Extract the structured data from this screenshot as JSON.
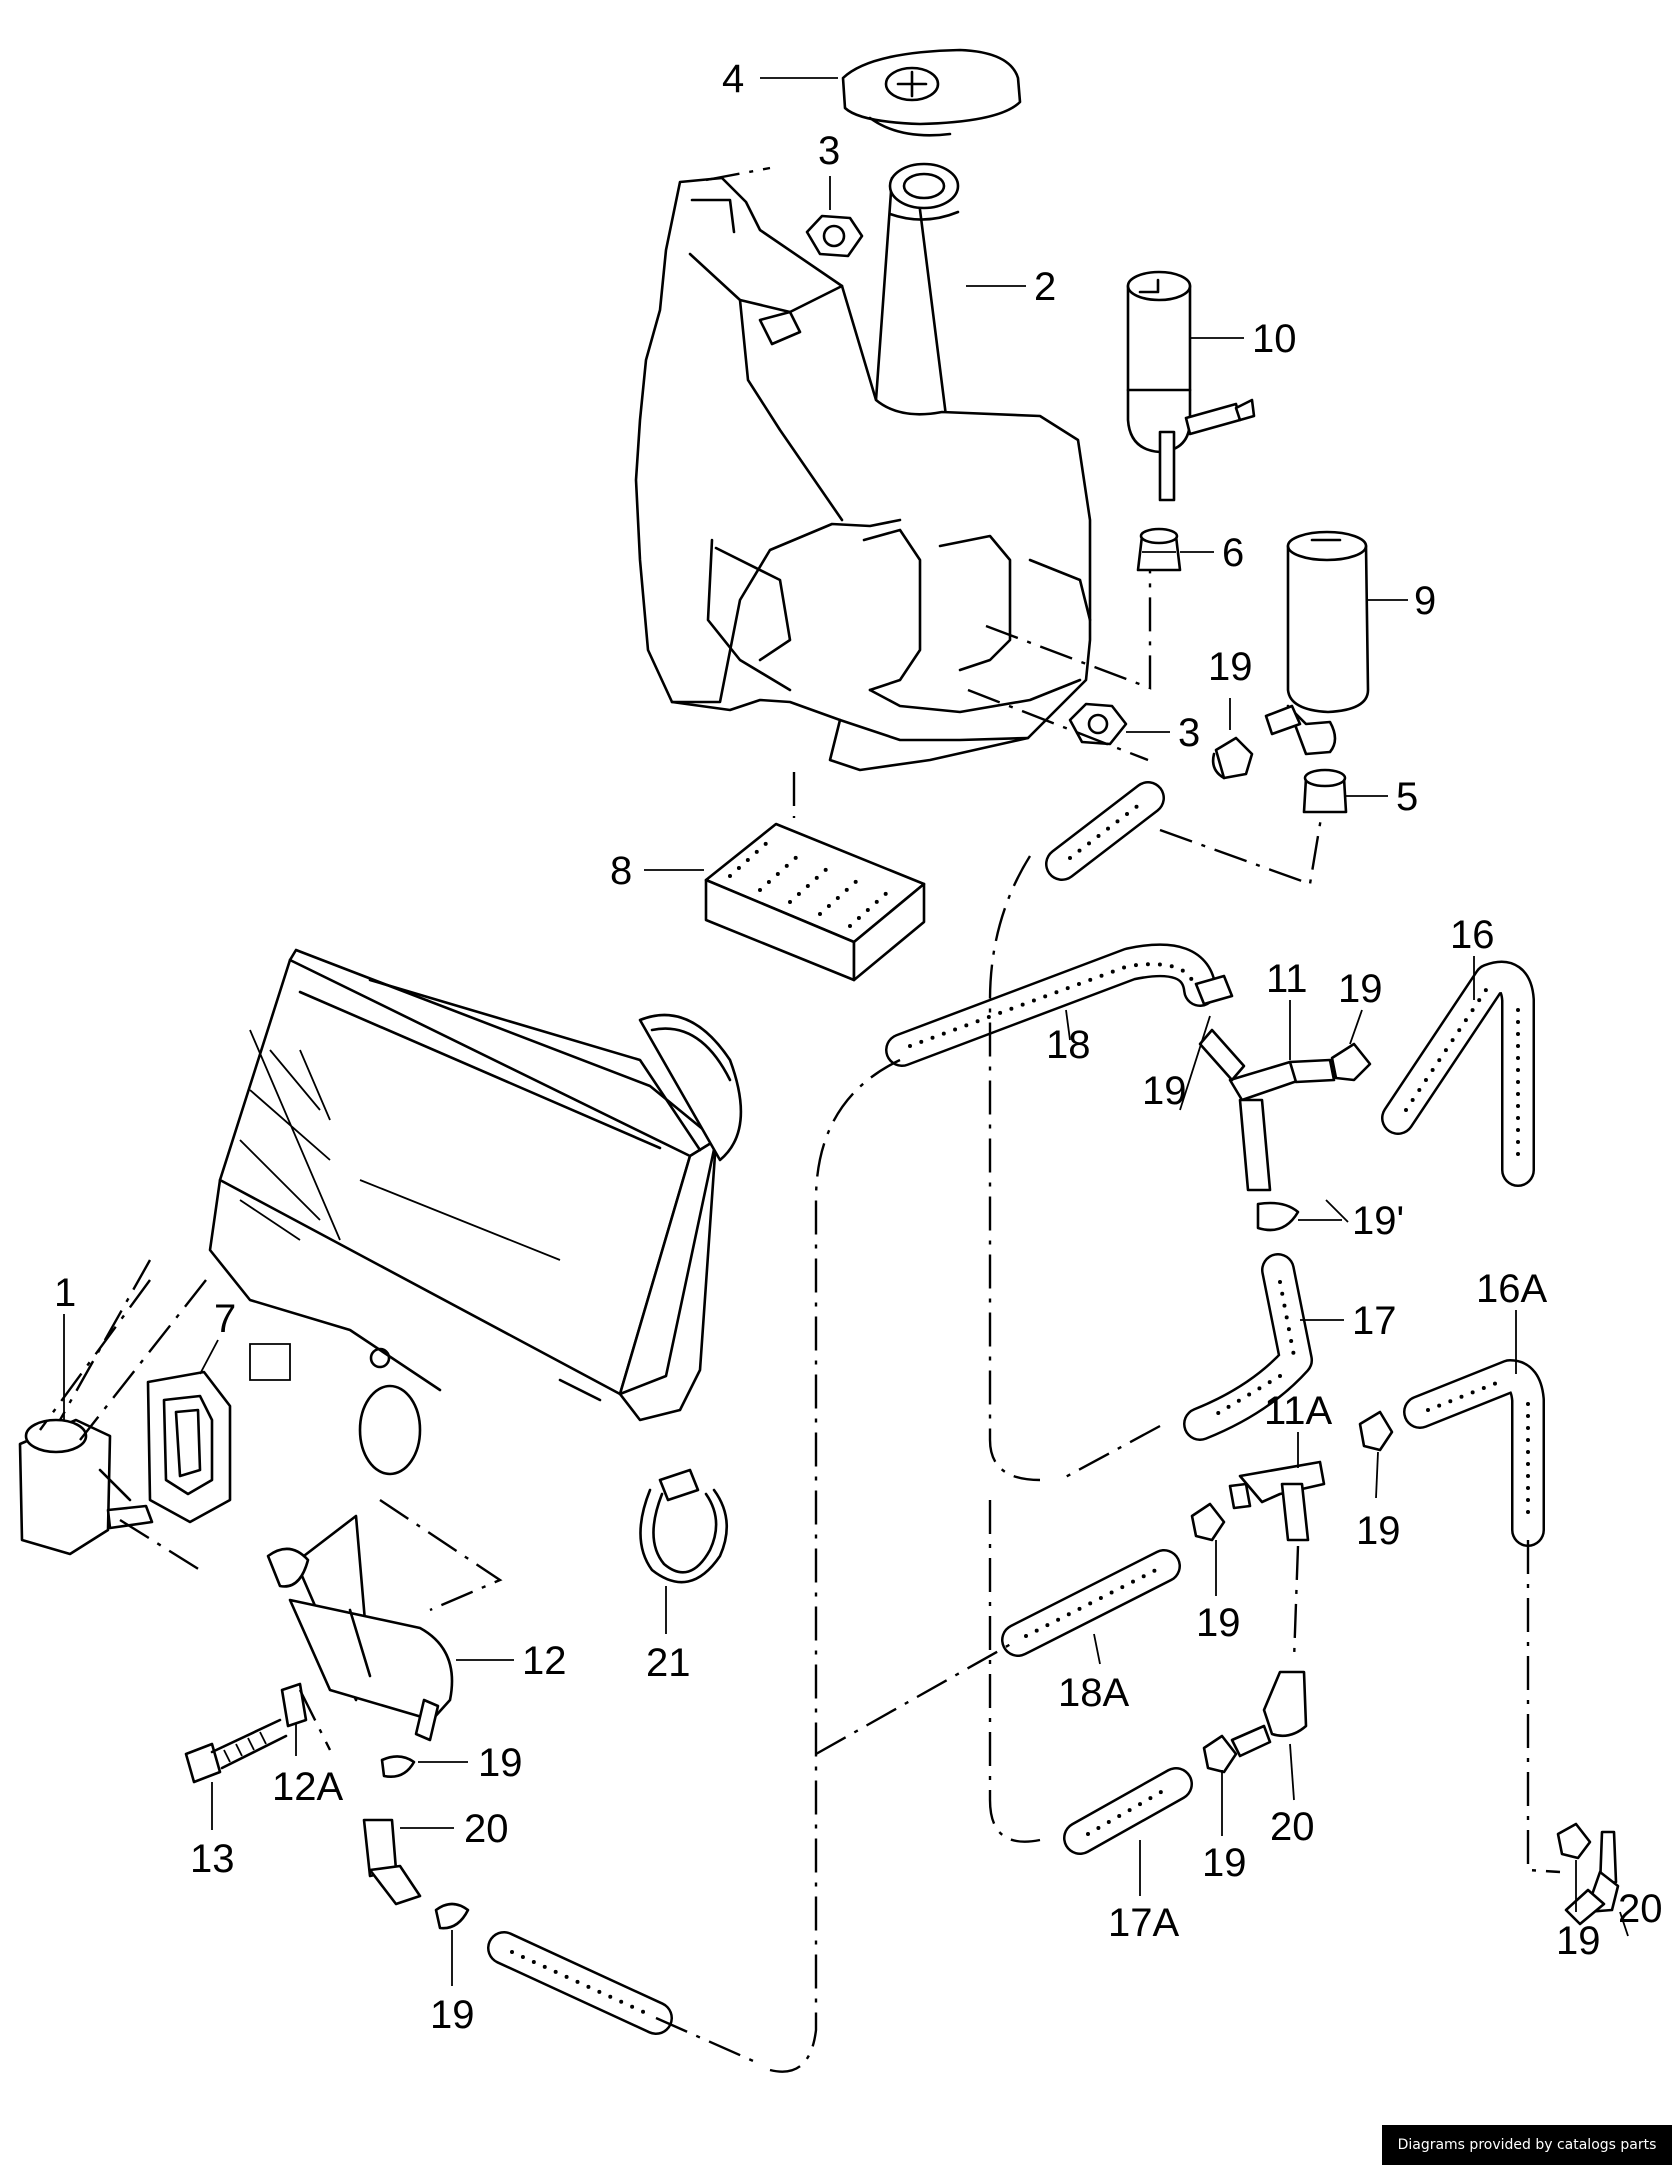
{
  "credit": "Diagrams provided by catalogs parts",
  "callouts": [
    {
      "id": "c4",
      "text": "4"
    },
    {
      "id": "c3a",
      "text": "3"
    },
    {
      "id": "c2",
      "text": "2"
    },
    {
      "id": "c10",
      "text": "10"
    },
    {
      "id": "c6",
      "text": "6"
    },
    {
      "id": "c9",
      "text": "9"
    },
    {
      "id": "c19a",
      "text": "19"
    },
    {
      "id": "c3b",
      "text": "3"
    },
    {
      "id": "c5",
      "text": "5"
    },
    {
      "id": "c8",
      "text": "8"
    },
    {
      "id": "c16",
      "text": "16"
    },
    {
      "id": "c11",
      "text": "11"
    },
    {
      "id": "c19b",
      "text": "19"
    },
    {
      "id": "c18",
      "text": "18"
    },
    {
      "id": "c19c",
      "text": "19"
    },
    {
      "id": "c19d",
      "text": "19'"
    },
    {
      "id": "c17",
      "text": "17"
    },
    {
      "id": "c16a",
      "text": "16A"
    },
    {
      "id": "c11a",
      "text": "11A"
    },
    {
      "id": "c1",
      "text": "1"
    },
    {
      "id": "c7",
      "text": "7"
    },
    {
      "id": "c19e",
      "text": "19"
    },
    {
      "id": "c19f",
      "text": "19"
    },
    {
      "id": "c12",
      "text": "12"
    },
    {
      "id": "c21",
      "text": "21"
    },
    {
      "id": "c18a",
      "text": "18A"
    },
    {
      "id": "c19g",
      "text": "19"
    },
    {
      "id": "c20a",
      "text": "20"
    },
    {
      "id": "c12a",
      "text": "12A"
    },
    {
      "id": "c13",
      "text": "13"
    },
    {
      "id": "c20b",
      "text": "20"
    },
    {
      "id": "c19h",
      "text": "19"
    },
    {
      "id": "c17a",
      "text": "17A"
    },
    {
      "id": "c19i",
      "text": "19"
    },
    {
      "id": "c19j",
      "text": "19"
    },
    {
      "id": "c20c",
      "text": "20"
    }
  ]
}
